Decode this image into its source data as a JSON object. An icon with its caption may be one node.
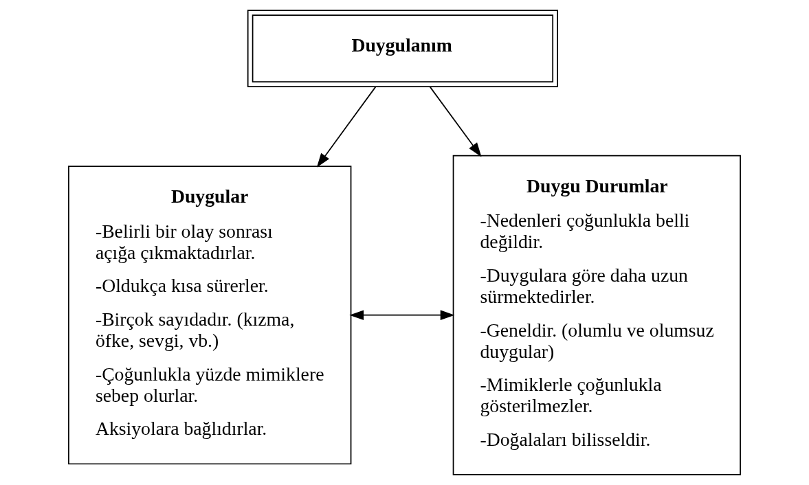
{
  "diagram": {
    "nodes": [
      {
        "text": [
          "Duygulanım"
        ]
      },
      {
        "text": [
          "Duygular",
          "-Belirli bir olay sonrası açığa çıkmaktadırlar.",
          "-Oldukça kısa sürerler.",
          "-Birçok sayıdadır. (kızma, öfke, sevgi, vb.)",
          "-Çoğunlukla yüzde mimiklere sebep olurlar.",
          "Aksiyolara bağlıdırlar."
        ]
      },
      {
        "text": [
          "Duygu Durumlar",
          "-Nedenleri çoğunlukla belli değildir.",
          "-Duygulara göre daha uzun sürmektedirler.",
          "-Geneldir. (olumlu ve olumsuz duygular)",
          "-Mimiklerle çoğunlukla gösterilmezler.",
          "-Doğalaları bilisseldir."
        ]
      }
    ],
    "edges": [
      {
        "from": 0,
        "to": 1,
        "arrow": "to"
      },
      {
        "from": 0,
        "to": 2,
        "arrow": "to"
      },
      {
        "from": 1,
        "to": 2,
        "arrow": "both"
      }
    ]
  }
}
